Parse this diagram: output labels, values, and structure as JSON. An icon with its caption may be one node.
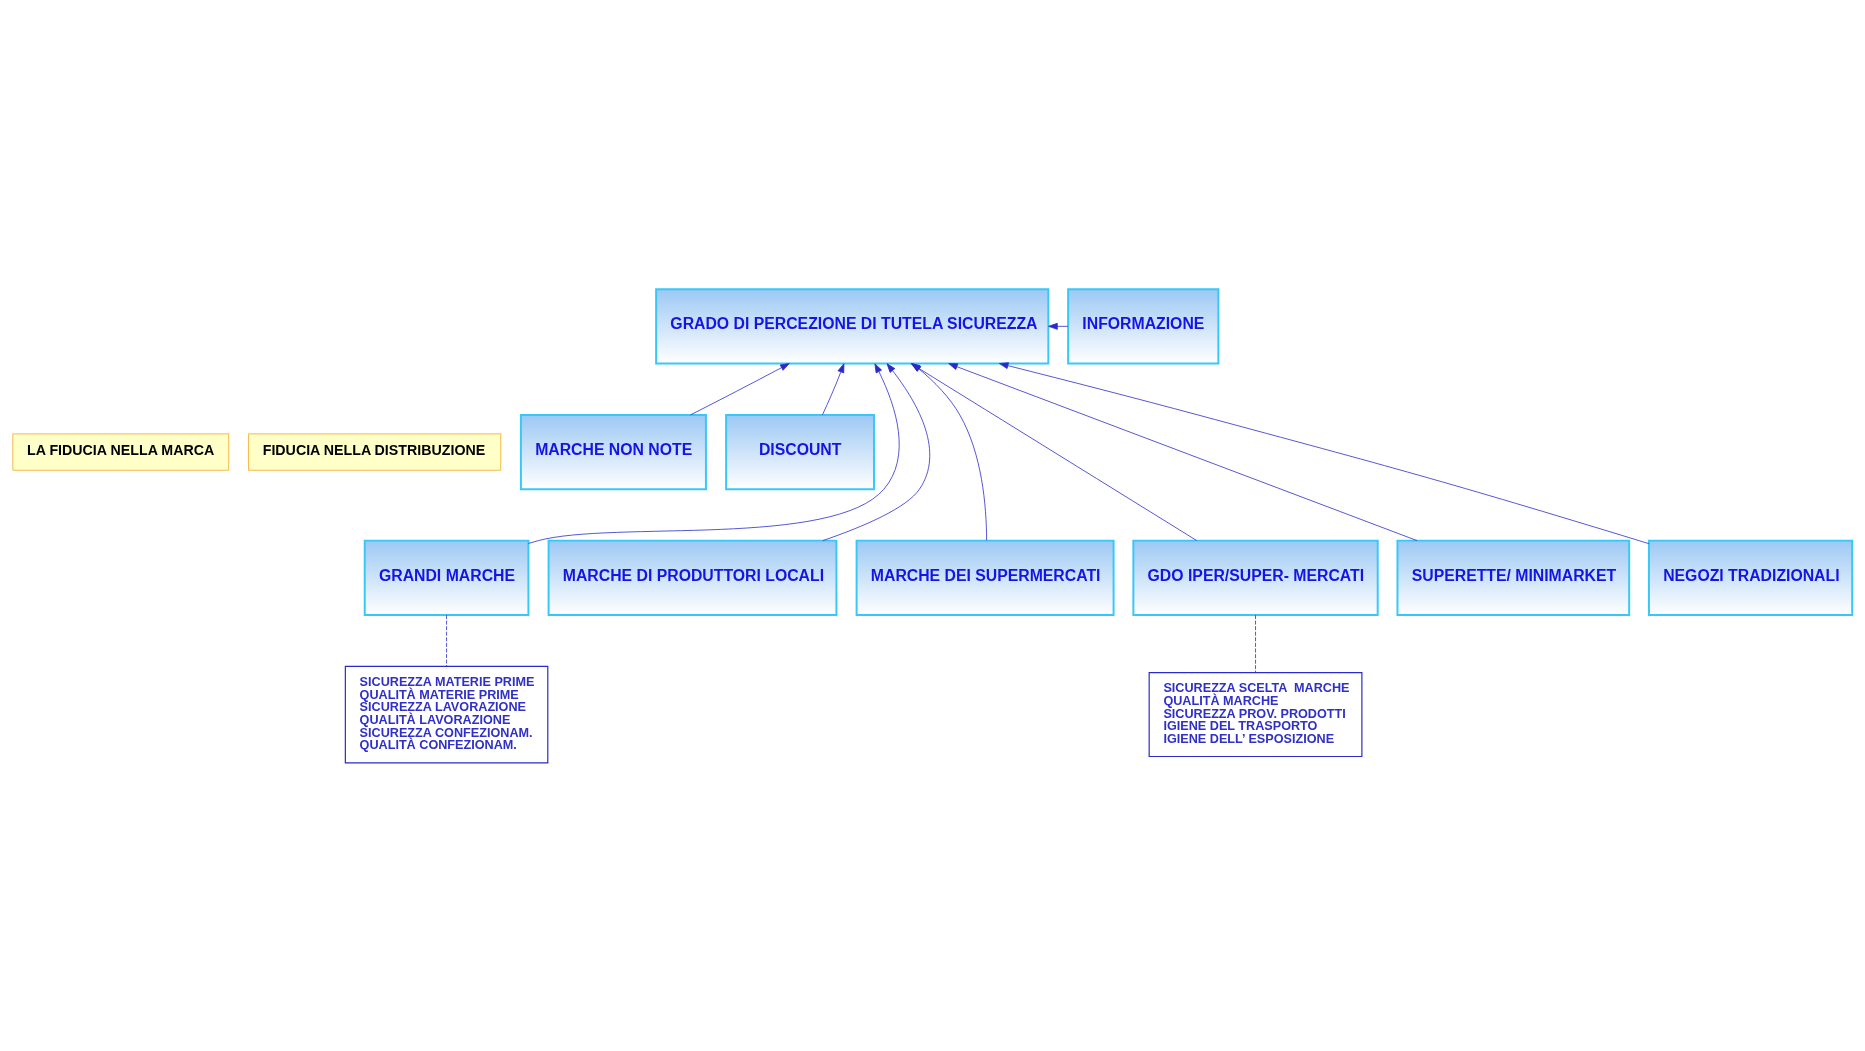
{
  "diagram": {
    "nodes": [
      {
        "text": [
          "GRADO DI PERCEZIONE DI TUTELA SICUREZZA"
        ]
      },
      {
        "text": [
          "INFORMAZIONE"
        ]
      },
      {
        "text": [
          "LA FIDUCIA NELLA MARCA"
        ]
      },
      {
        "text": [
          "FIDUCIA NELLA DISTRIBUZIONE"
        ]
      },
      {
        "text": [
          "MARCHE NON NOTE"
        ]
      },
      {
        "text": [
          "DISCOUNT"
        ]
      },
      {
        "text": [
          "GRANDI MARCHE"
        ]
      },
      {
        "text": [
          "MARCHE DI PRODUTTORI LOCALI"
        ]
      },
      {
        "text": [
          "MARCHE DEI SUPERMERCATI"
        ]
      },
      {
        "text": [
          "GDO IPER/SUPER- MERCATI"
        ]
      },
      {
        "text": [
          "SUPERETTE/ MINIMARKET"
        ]
      },
      {
        "text": [
          "NEGOZI TRADIZIONALI"
        ]
      },
      {
        "text": [
          "SICUREZZA MATERIE PRIME",
          "QUALITÀ MATERIE PRIME",
          "SICUREZZA LAVORAZIONE",
          "QUALITÀ LAVORAZIONE",
          "SICUREZZA CONFEZIONAM.",
          "QUALITÀ CONFEZIONAM."
        ]
      },
      {
        "text": [
          "SICUREZZA SCELTA  MARCHE",
          "QUALITÀ MARCHE",
          "SICUREZZA PROV. PRODOTTI",
          "IGIENE DEL TRASPORTO",
          "IGIENE DELL’ ESPOSIZIONE"
        ]
      }
    ],
    "edges": [
      {
        "from": 1,
        "to": 0,
        "arrow": "to"
      },
      {
        "from": 4,
        "to": 0,
        "arrow": "to"
      },
      {
        "from": 6,
        "to": 0,
        "arrow": "to"
      },
      {
        "from": 7,
        "to": 0,
        "arrow": "to"
      },
      {
        "from": 8,
        "to": 0,
        "arrow": "to"
      },
      {
        "from": 9,
        "to": 0,
        "arrow": "to"
      },
      {
        "from": 10,
        "to": 0,
        "arrow": "to"
      },
      {
        "from": 11,
        "to": 0,
        "arrow": "to"
      },
      {
        "from": 5,
        "to": 0,
        "arrow": "to"
      },
      {
        "from": 6,
        "to": 12,
        "arrow": "none",
        "style": "dashed"
      },
      {
        "from": 9,
        "to": 13,
        "arrow": "none",
        "style": "dashed"
      }
    ]
  }
}
